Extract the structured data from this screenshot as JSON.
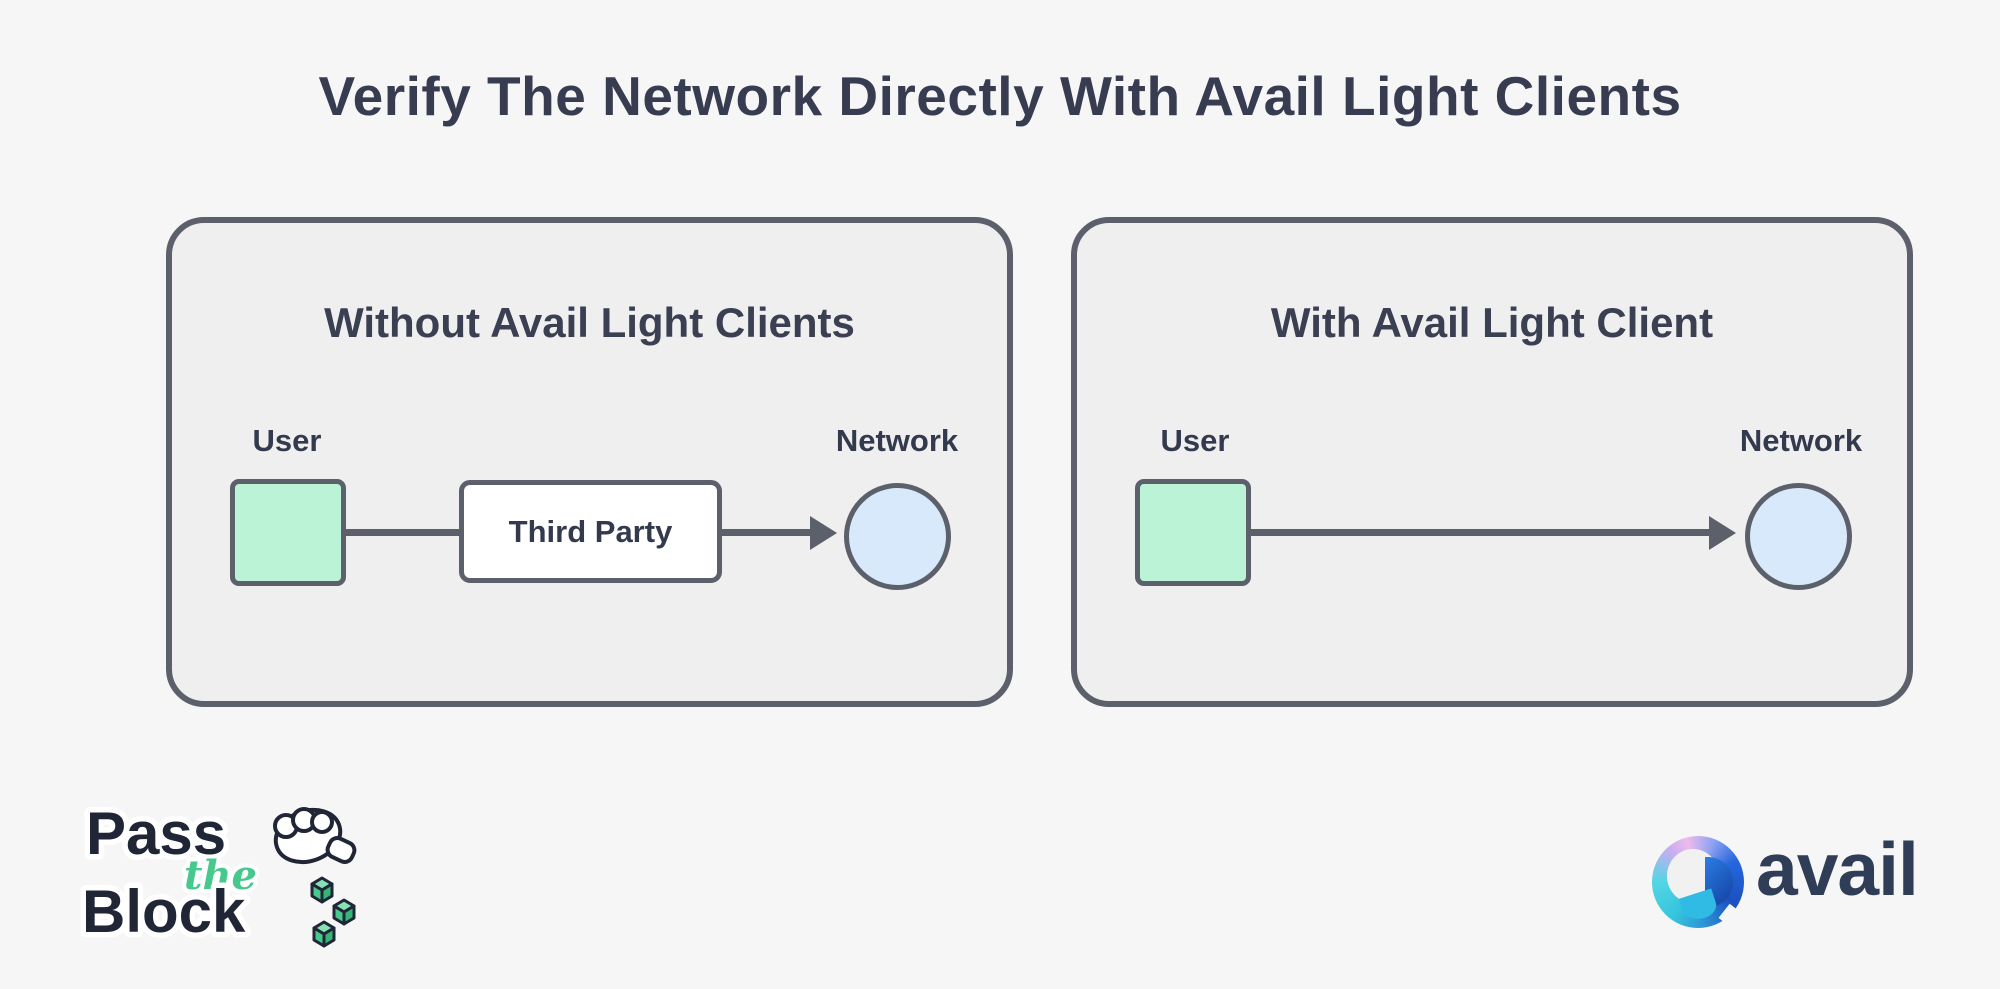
{
  "page": {
    "title": "Verify The Network Directly With Avail Light Clients",
    "background_color": "#f6f6f7",
    "title_color": "#373c50"
  },
  "panels": [
    {
      "id": "without",
      "title": "Without Avail Light Clients",
      "nodes": {
        "user_label": "User",
        "third_party_label": "Third Party",
        "network_label": "Network"
      }
    },
    {
      "id": "with",
      "title": "With Avail Light Client",
      "nodes": {
        "user_label": "User",
        "network_label": "Network"
      }
    }
  ],
  "colors": {
    "panel_background": "#efeff0",
    "panel_border": "#5c606b",
    "user_square_fill": "#bbf3d7",
    "network_circle_fill": "#d7e9fb",
    "third_party_fill": "#ffffff",
    "connector": "#5c606b",
    "text": "#343a4d",
    "logo_green": "#47c98e",
    "logo_dark": "#202636",
    "avail_text": "#2f3d57"
  },
  "footer": {
    "pass_the_block": {
      "word1": "Pass",
      "word2": "the",
      "word3": "Block"
    },
    "avail": {
      "wordmark": "avail"
    }
  }
}
